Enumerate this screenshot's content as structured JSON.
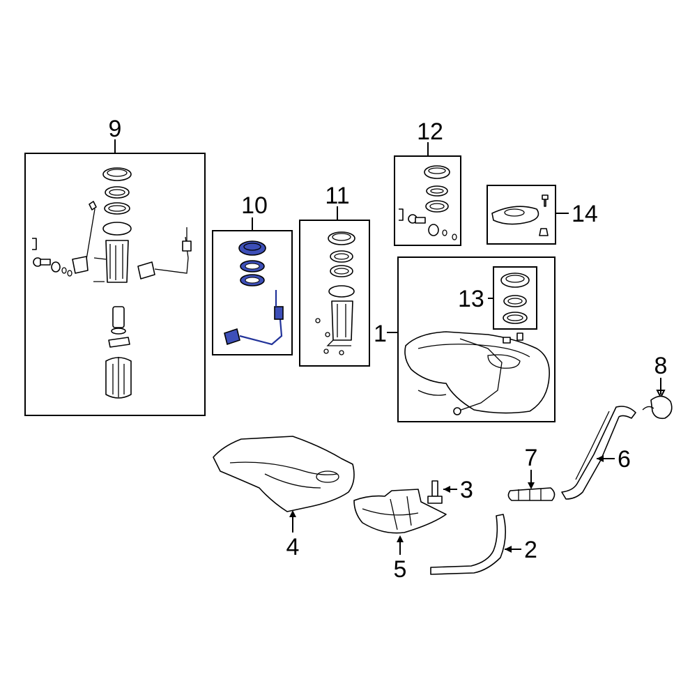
{
  "callouts": {
    "c1": "1",
    "c2": "2",
    "c3": "3",
    "c4": "4",
    "c5": "5",
    "c6": "6",
    "c7": "7",
    "c8": "8",
    "c9": "9",
    "c10": "10",
    "c11": "11",
    "c12": "12",
    "c13": "13",
    "c14": "14"
  },
  "colors": {
    "highlight": "#3d4fb8",
    "line": "#000000",
    "background": "#ffffff"
  }
}
